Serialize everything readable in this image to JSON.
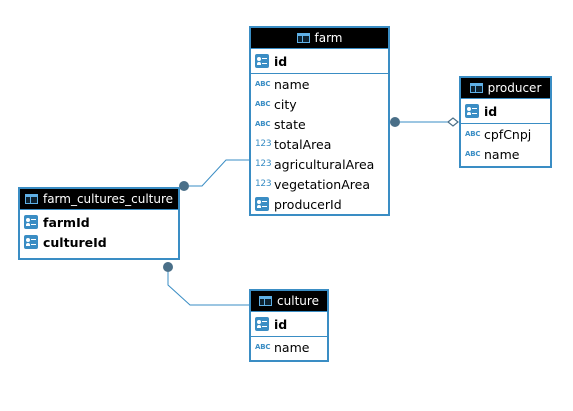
{
  "colors": {
    "border": "#3a8dc4",
    "header_bg": "#000000",
    "header_text": "#ffffff",
    "connector": "#3a8dc4",
    "endpoint": "#4a6f88"
  },
  "entities": {
    "farm": {
      "name": "farm",
      "pk": [
        {
          "name": "id",
          "type": "key"
        }
      ],
      "columns": [
        {
          "name": "name",
          "type": "ABC"
        },
        {
          "name": "city",
          "type": "ABC"
        },
        {
          "name": "state",
          "type": "ABC"
        },
        {
          "name": "totalArea",
          "type": "123"
        },
        {
          "name": "agriculturalArea",
          "type": "123"
        },
        {
          "name": "vegetationArea",
          "type": "123"
        },
        {
          "name": "producerId",
          "type": "key"
        }
      ]
    },
    "producer": {
      "name": "producer",
      "pk": [
        {
          "name": "id",
          "type": "key"
        }
      ],
      "columns": [
        {
          "name": "cpfCnpj",
          "type": "ABC"
        },
        {
          "name": "name",
          "type": "ABC"
        }
      ]
    },
    "farm_cultures_culture": {
      "name": "farm_cultures_culture",
      "pk": [
        {
          "name": "farmId",
          "type": "key"
        },
        {
          "name": "cultureId",
          "type": "key"
        }
      ],
      "columns": []
    },
    "culture": {
      "name": "culture",
      "pk": [
        {
          "name": "id",
          "type": "key"
        }
      ],
      "columns": [
        {
          "name": "name",
          "type": "ABC"
        }
      ]
    }
  },
  "relationships": [
    {
      "from": "farm",
      "to": "producer"
    },
    {
      "from": "farm_cultures_culture",
      "to": "farm"
    },
    {
      "from": "farm_cultures_culture",
      "to": "culture"
    }
  ]
}
